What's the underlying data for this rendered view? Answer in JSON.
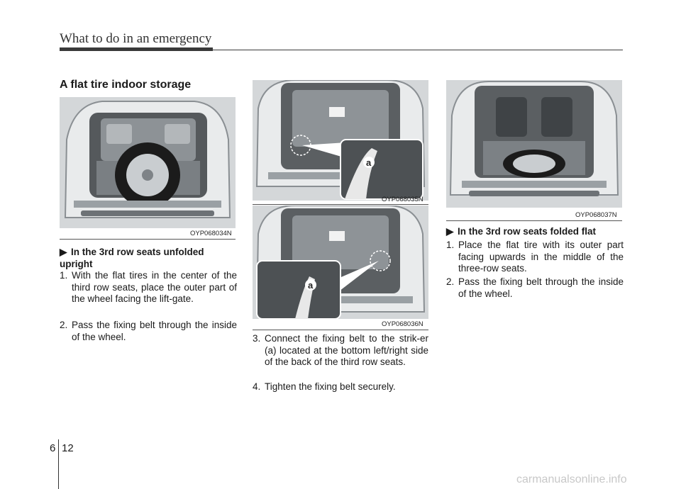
{
  "header": {
    "title": "What to do in an emergency"
  },
  "section": {
    "title": "A flat tire indoor storage"
  },
  "figures": {
    "fig1": {
      "code": "OYP068034N"
    },
    "fig2": {
      "code": "OYP068035N",
      "callout": "a"
    },
    "fig3": {
      "code": "OYP068036N",
      "callout": "a"
    },
    "fig4": {
      "code": "OYP068037N"
    }
  },
  "col1": {
    "subheading": "In the 3rd row seats unfolded upright",
    "steps": [
      {
        "num": "1.",
        "text": "With the flat tires in the center of the third row seats, place the outer part of the wheel facing the lift-gate."
      },
      {
        "num": "2.",
        "text": "Pass the fixing belt through the inside of the wheel."
      }
    ]
  },
  "col2": {
    "steps": [
      {
        "num": "3.",
        "text": "Connect the fixing belt to the strik-er (a) located at the bottom left/right side of the back of the third row seats."
      },
      {
        "num": "4.",
        "text": "Tighten the fixing belt securely."
      }
    ]
  },
  "col3": {
    "subheading": "In the 3rd row seats folded flat",
    "steps": [
      {
        "num": "1.",
        "text": "Place the flat tire with its outer part facing upwards in the middle of the three-row seats."
      },
      {
        "num": "2.",
        "text": "Pass the fixing belt through the inside of the wheel."
      }
    ]
  },
  "footer": {
    "chapter": "6",
    "page": "12",
    "watermark": "carmanualsonline.info"
  }
}
